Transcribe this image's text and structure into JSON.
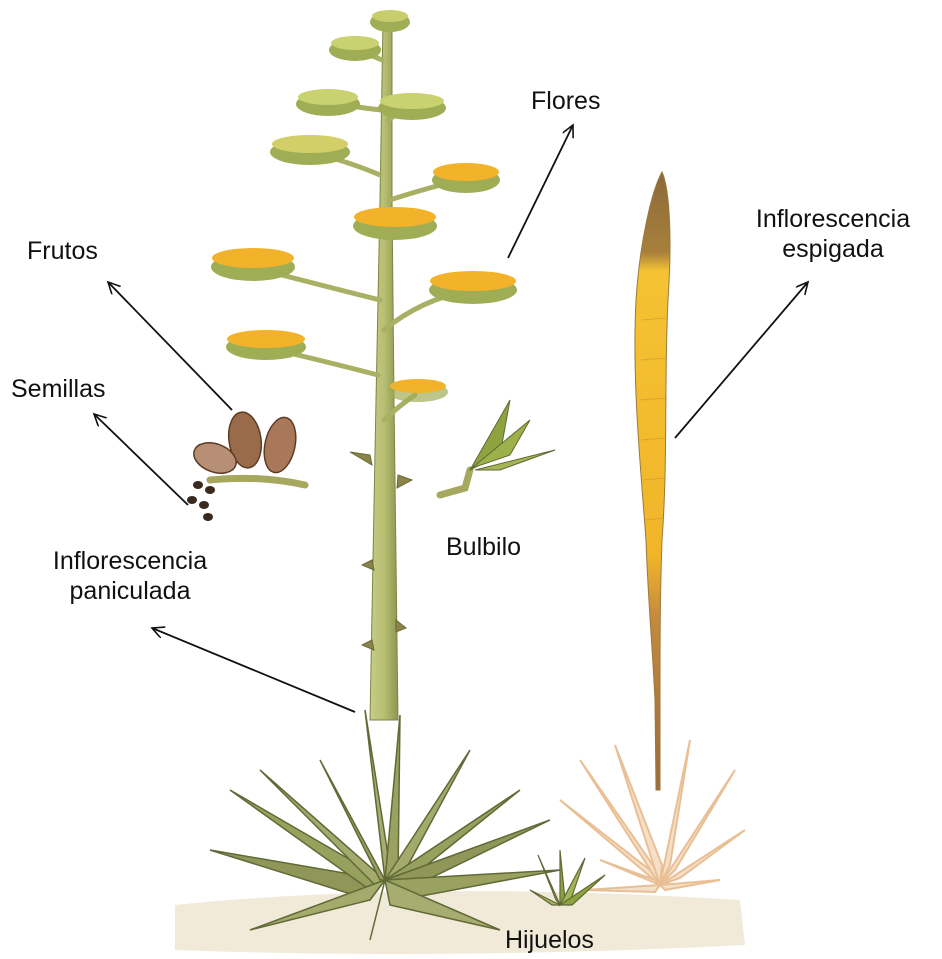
{
  "labels": {
    "flores": "Flores",
    "frutos": "Frutos",
    "semillas": "Semillas",
    "bulbilo": "Bulbilo",
    "inflorescencia_paniculada": [
      "Inflorescencia",
      "paniculada"
    ],
    "inflorescencia_espigada": [
      "Inflorescencia",
      "espigada"
    ],
    "hijuelos": "Hijuelos"
  },
  "colors": {
    "stalk": "#b7bf72",
    "flower": "#f2b229",
    "flower_base": "#9fae55",
    "leaf": "#98a05e",
    "leaf_dark": "#5f6a36",
    "spike_yellow": "#f4c234",
    "spike_brown": "#9a6a3c",
    "ghost_plant": "#ecc49a",
    "ground": "#efe6d2",
    "fruit": "#9a6b4a",
    "arrow": "#111111"
  }
}
